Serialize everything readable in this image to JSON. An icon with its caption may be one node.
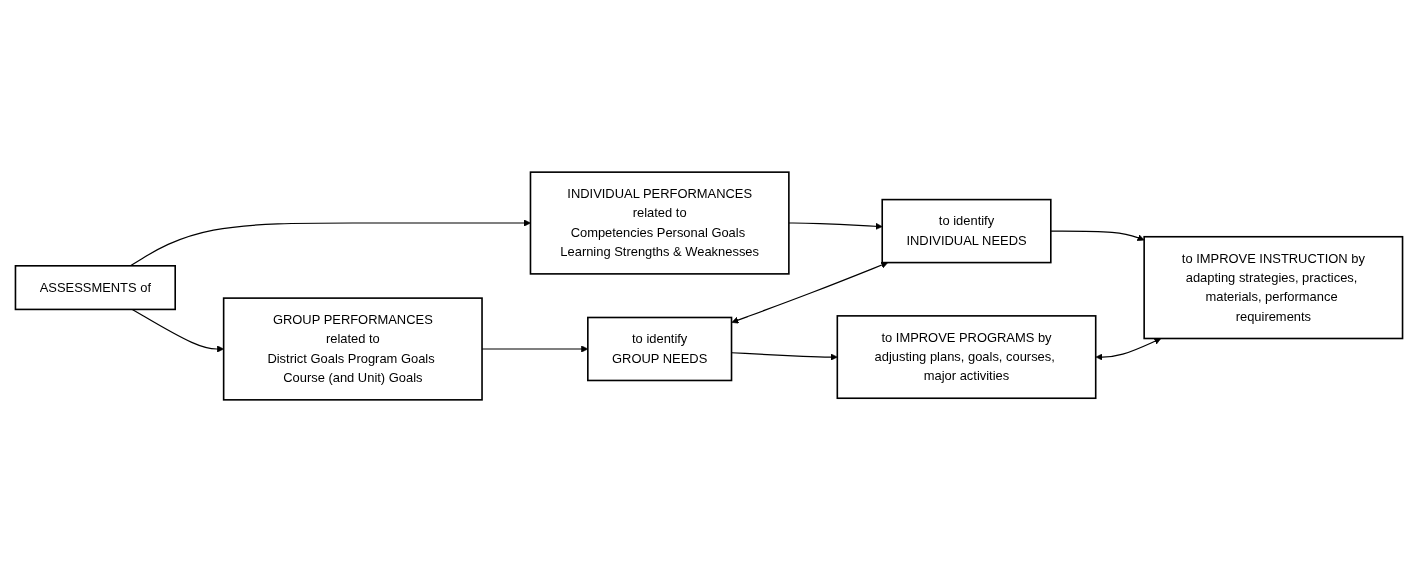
{
  "diagram": {
    "nodes": [
      {
        "text": [
          "ASSESSMENTS of"
        ]
      },
      {
        "text": [
          "GROUP PERFORMANCES",
          "related to",
          "District Goals Program Goals Course (and Unit) Goals"
        ]
      },
      {
        "text": [
          "to identify",
          "GROUP NEEDS"
        ]
      },
      {
        "text": [
          "to IMPROVE PROGRAMS by",
          "adjusting plans, goals, courses, major activities"
        ]
      },
      {
        "text": [
          "INDIVIDUAL PERFORMANCES",
          "related to",
          "Competencies Personal Goals Learning Strengths & Weaknesses"
        ]
      },
      {
        "text": [
          "to identify",
          "INDIVIDUAL NEEDS"
        ]
      },
      {
        "text": [
          "to IMPROVE INSTRUCTION by",
          "adapting strategies, practices, materials, performance requirements"
        ]
      }
    ],
    "edges": [
      {
        "from": 0,
        "to": 1,
        "arrow": "to"
      },
      {
        "from": 0,
        "to": 4,
        "arrow": "to"
      },
      {
        "from": 1,
        "to": 2,
        "arrow": "to"
      },
      {
        "from": 2,
        "to": 3,
        "arrow": "to"
      },
      {
        "from": 4,
        "to": 5,
        "arrow": "to"
      },
      {
        "from": 5,
        "to": 6,
        "arrow": "to"
      },
      {
        "from": 2,
        "to": 5,
        "arrow": "both"
      },
      {
        "from": 3,
        "to": 6,
        "arrow": "both"
      }
    ]
  }
}
